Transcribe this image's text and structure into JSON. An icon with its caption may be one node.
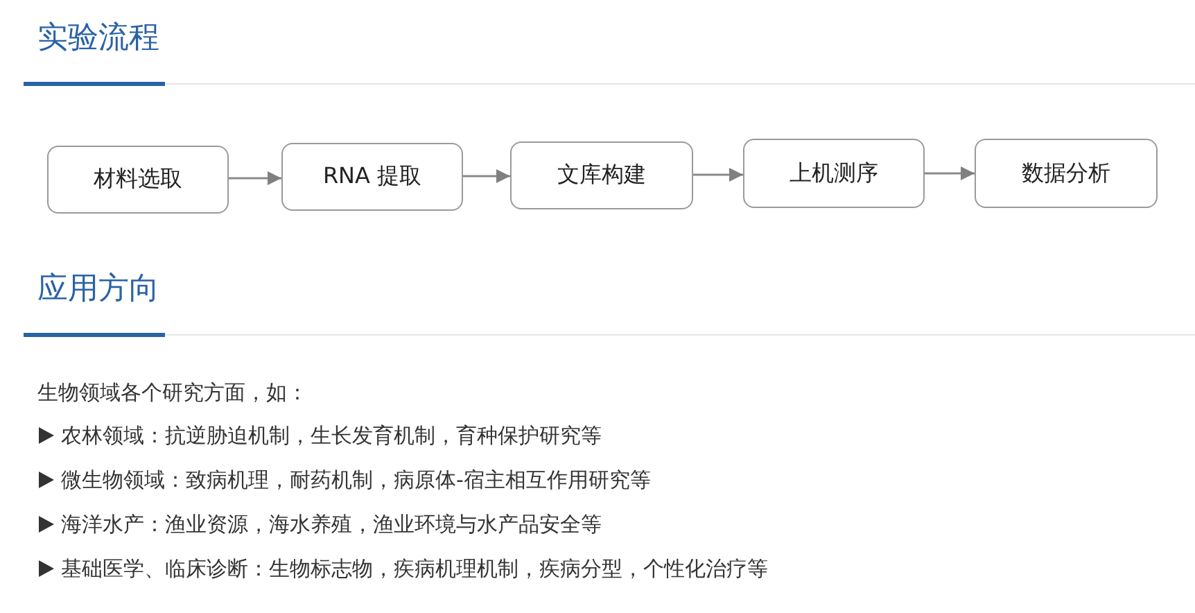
{
  "diagram": {
    "nodes": [
      {
        "text": [
          "材料选取"
        ]
      },
      {
        "text": [
          "RNA 提取"
        ]
      },
      {
        "text": [
          "文库构建"
        ]
      },
      {
        "text": [
          "上机测序"
        ]
      },
      {
        "text": [
          "数据分析"
        ]
      }
    ],
    "edges": [
      {
        "from": 0,
        "to": 1,
        "arrow": "to"
      },
      {
        "from": 1,
        "to": 2,
        "arrow": "to"
      },
      {
        "from": 2,
        "to": 3,
        "arrow": "to"
      },
      {
        "from": 3,
        "to": 4,
        "arrow": "to"
      }
    ],
    "labels": [
      "实验流程",
      "应用方向",
      "生物领域各个研究方面，如：",
      "农林领域：抗逆胁迫机制，生长发育机制，育种保护研究等",
      "微生物领域：致病机理，耐药机制，病原体-宿主相互作用研究等",
      "海洋水产：渔业资源，海水养殖，渔业环境与水产品安全等",
      "基础医学、临床诊断：生物标志物，疾病机理机制，疾病分型，个性化治疗等"
    ]
  }
}
